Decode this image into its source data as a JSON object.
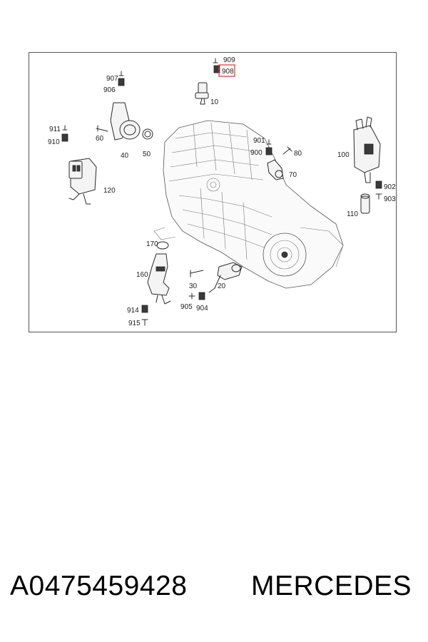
{
  "diagram": {
    "callouts": {
      "c909": "909",
      "c908": "908",
      "c10": "10",
      "c907": "907",
      "c906": "906",
      "c60": "60",
      "c40": "40",
      "c50": "50",
      "c911": "911",
      "c910": "910",
      "c120": "120",
      "c901": "901",
      "c900": "900",
      "c80": "80",
      "c70": "70",
      "c100": "100",
      "c902": "902",
      "c903": "903",
      "c110": "110",
      "c170": "170",
      "c160": "160",
      "c914": "914",
      "c915": "915",
      "c30": "30",
      "c20": "20",
      "c905": "905",
      "c904": "904"
    },
    "highlighted_callout": "908",
    "highlight_color": "#e03030"
  },
  "caption": {
    "part_number": "A0475459428",
    "brand": "MERCEDES"
  }
}
